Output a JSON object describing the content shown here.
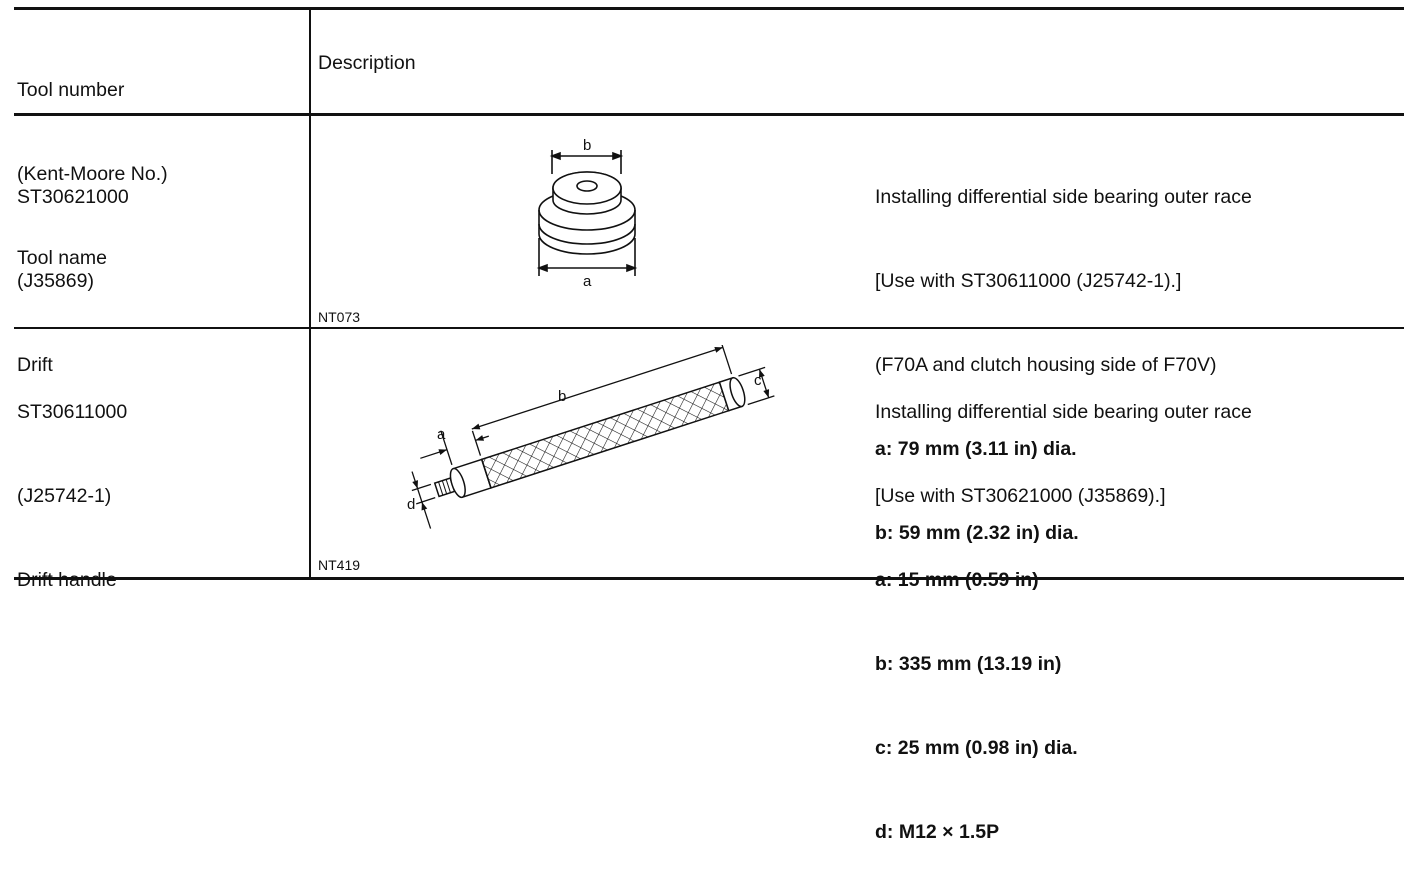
{
  "header": {
    "tool_col": [
      "Tool number",
      "(Kent-Moore No.)",
      "Tool name"
    ],
    "desc_col": "Description"
  },
  "rows": [
    {
      "tool": [
        "ST30621000",
        "(J35869)",
        "Drift"
      ],
      "figure_code": "NT073",
      "figure_labels": {
        "a": "a",
        "b": "b"
      },
      "desc": [
        "Installing differential side bearing outer race",
        "[Use with ST30611000 (J25742-1).]",
        "(F70A and clutch housing side of F70V)"
      ],
      "specs": [
        "a: 79 mm (3.11 in) dia.",
        "b: 59 mm (2.32 in) dia."
      ]
    },
    {
      "tool": [
        "ST30611000",
        "(J25742-1)",
        "Drift handle"
      ],
      "figure_code": "NT419",
      "figure_labels": {
        "a": "a",
        "b": "b",
        "c": "c",
        "d": "d"
      },
      "desc": [
        "Installing differential side bearing outer race",
        "[Use with ST30621000 (J35869).]"
      ],
      "specs": [
        "a: 15 mm (0.59 in)",
        "b: 335 mm (13.19 in)",
        "c: 25 mm (0.98 in) dia.",
        "d: M12 × 1.5P"
      ]
    }
  ],
  "icons": {
    "row1": "drift-tool-drawing",
    "row2": "drift-handle-drawing"
  }
}
